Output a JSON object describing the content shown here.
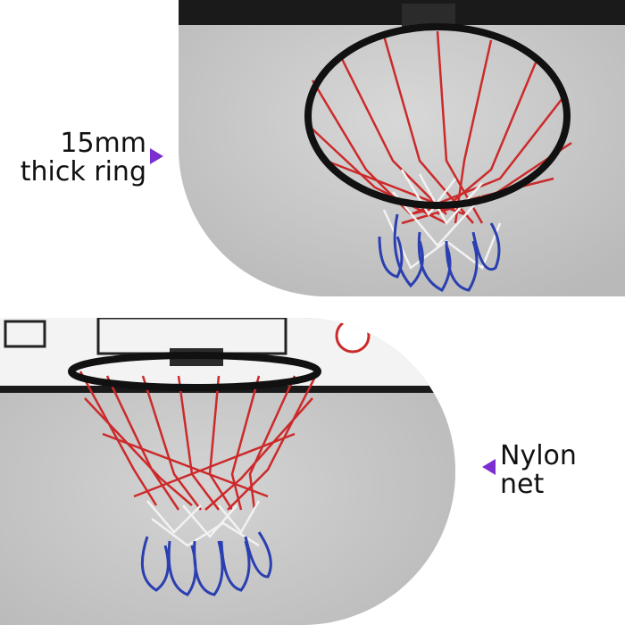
{
  "callouts": {
    "ring": {
      "line1": "15mm",
      "line2": "thick ring",
      "marker": "purple-triangle-right-icon"
    },
    "net": {
      "line1": "Nylon",
      "line2": "net",
      "marker": "purple-triangle-left-icon"
    }
  },
  "colors": {
    "background": "#ffffff",
    "concrete": "#c9c9c9",
    "ring": "#111111",
    "net_red": "#cc2a2a",
    "net_white": "#f4f4f4",
    "net_blue": "#2a3fb0",
    "marker": "#7b2fd0"
  }
}
